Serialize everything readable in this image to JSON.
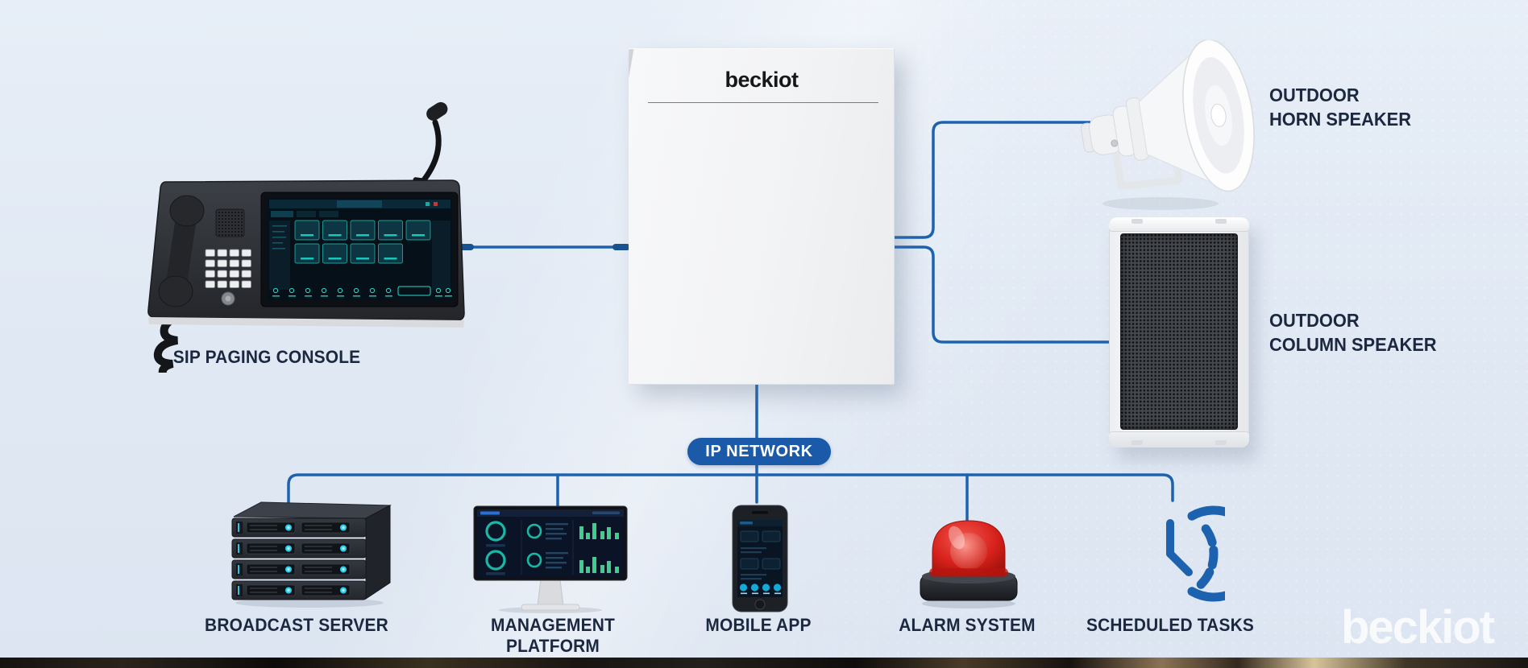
{
  "page": {
    "background_tint": "#e2eaf4"
  },
  "brand": {
    "hub_logo": "beckiot",
    "watermark": "beckiot"
  },
  "network": {
    "badge_label": "IP NETWORK"
  },
  "colors": {
    "connection_line": "#1d62ae",
    "badge_bg": "#1a5aa8",
    "badge_text": "#ffffff",
    "label_text": "#1b2840",
    "alarm_red": "#d6201a",
    "console_screen_teal": "#2bd9cc"
  },
  "nodes": {
    "console": {
      "label": "SIP PAGING CONSOLE",
      "icon": "paging-console-icon"
    },
    "horn_speaker": {
      "lines": [
        "OUTDOOR",
        "HORN SPEAKER"
      ],
      "icon": "horn-speaker-icon"
    },
    "column_speaker": {
      "lines": [
        "OUTDOOR",
        "COLUMN SPEAKER"
      ],
      "icon": "column-speaker-icon"
    },
    "broadcast_server": {
      "label": "BROADCAST SERVER",
      "icon": "server-rack-icon"
    },
    "management_platform": {
      "label": "MANAGEMENT PLATFORM",
      "icon": "monitor-dashboard-icon"
    },
    "mobile_app": {
      "label": "MOBILE APP",
      "icon": "smartphone-icon"
    },
    "alarm_system": {
      "label": "ALARM SYSTEM",
      "icon": "alarm-beacon-icon"
    },
    "scheduled_tasks": {
      "label": "SCHEDULED TASKS",
      "icon": "clock-icon"
    }
  }
}
